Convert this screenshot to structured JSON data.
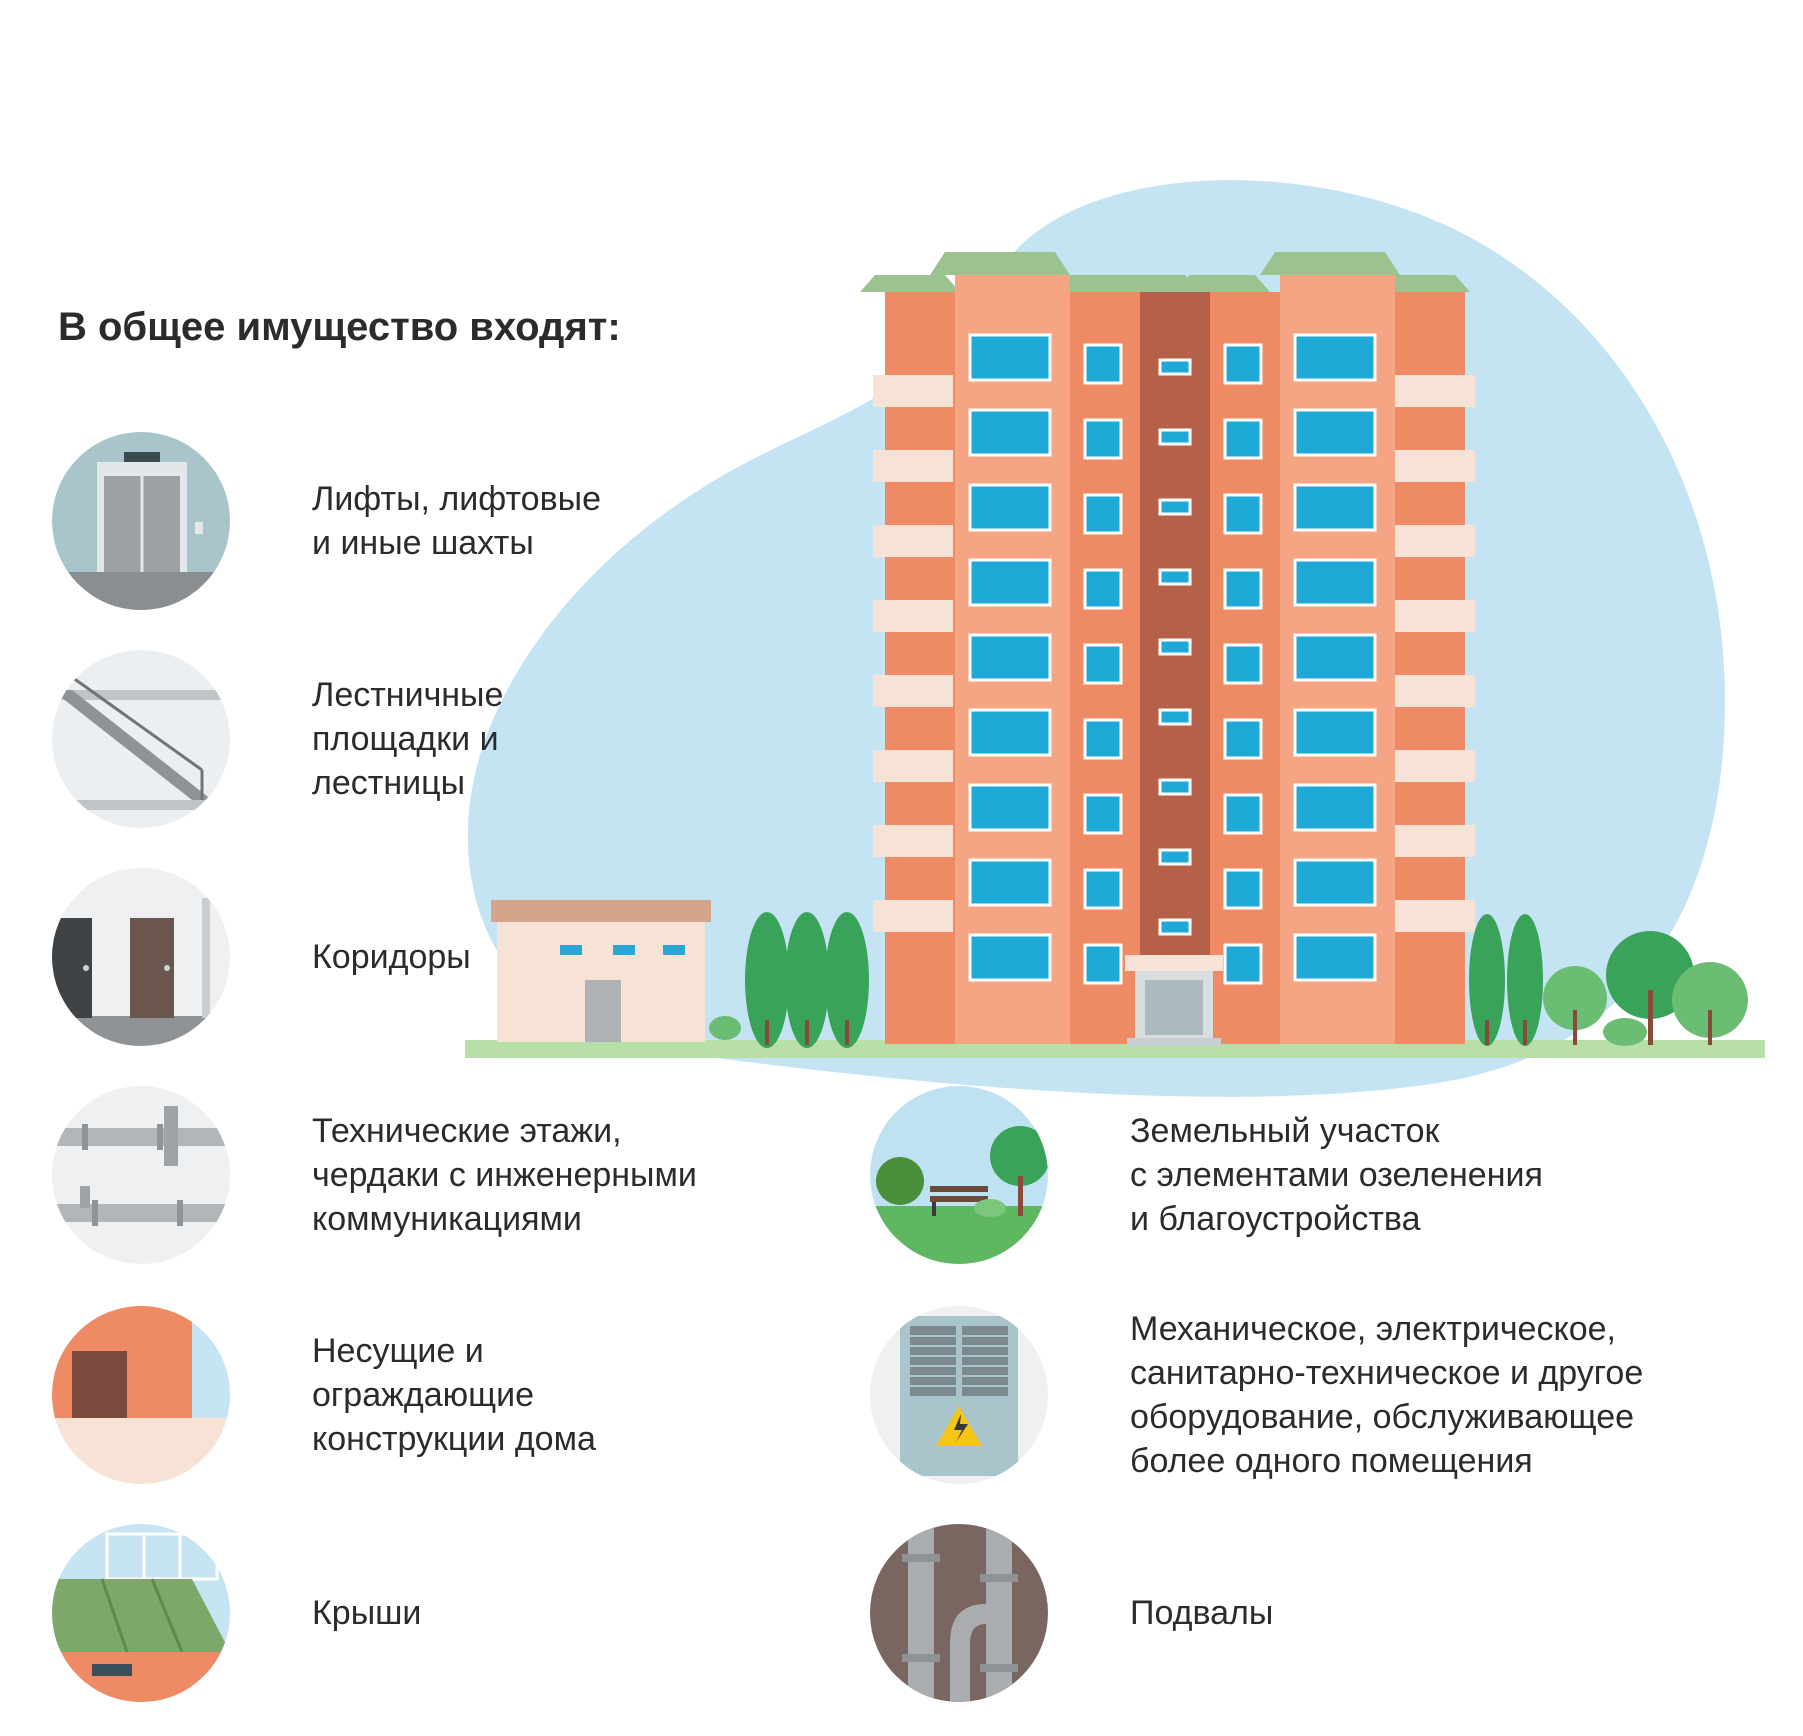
{
  "heading": "В общее имущество входят:",
  "items": [
    {
      "icon": "elevator-icon",
      "lines": [
        "Лифты, лифтовые",
        "и иные шахты"
      ]
    },
    {
      "icon": "staircase-icon",
      "lines": [
        "Лестничные",
        "площадки и",
        "лестницы"
      ]
    },
    {
      "icon": "corridor-doors-icon",
      "lines": [
        "Коридоры"
      ]
    },
    {
      "icon": "pipes-icon",
      "lines": [
        "Технические этажи,",
        "чердаки с инженерными",
        "коммуникациями"
      ]
    },
    {
      "icon": "wall-structure-icon",
      "lines": [
        "Несущие и",
        "ограждающие",
        "конструкции дома"
      ]
    },
    {
      "icon": "roof-icon",
      "lines": [
        "Крыши"
      ]
    },
    {
      "icon": "park-bench-icon",
      "lines": [
        "Земельный участок",
        "с элементами озеленения",
        "и благоустройства"
      ]
    },
    {
      "icon": "electrical-cabinet-icon",
      "lines": [
        "Механическое, электрическое,",
        "санитарно-техническое и другое",
        "оборудование, обслуживающее",
        "более одного помещения"
      ]
    },
    {
      "icon": "basement-pipes-icon",
      "lines": [
        "Подвалы"
      ]
    }
  ],
  "colors": {
    "sky": "#bfe2f2",
    "facade": "#ee8a64",
    "facade_light": "#f5a584",
    "facade_dark": "#b5614a",
    "window": "#1fa9d6",
    "roof": "#9bc28f",
    "tree": "#3aa35a",
    "ground": "#b7dfa7"
  }
}
